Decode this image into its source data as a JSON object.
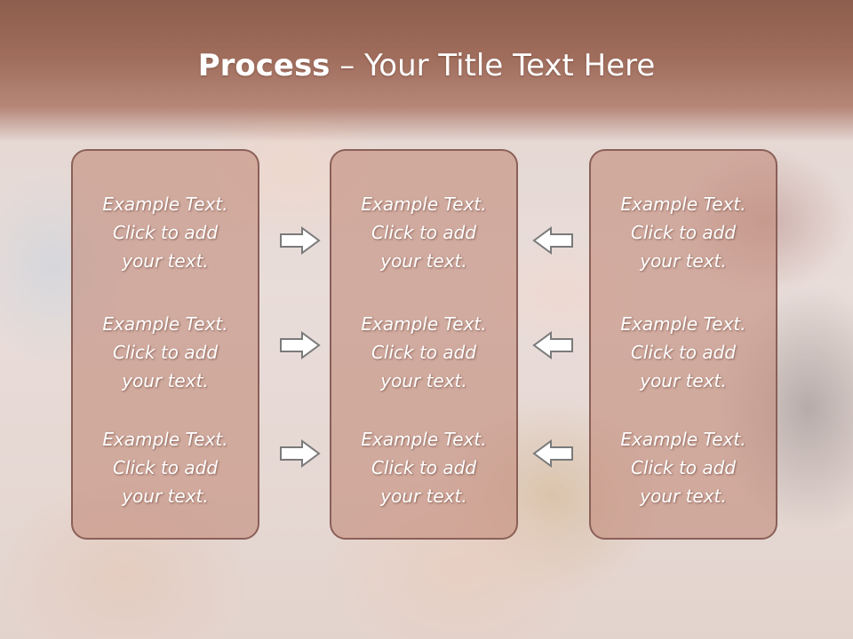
{
  "slide": {
    "title_bold": "Process",
    "title_rest": " – Your Title Text Here"
  },
  "columns": [
    {
      "items": [
        "Example Text.\nClick  to add\nyour text.",
        "Example Text.\nClick  to add\nyour text.",
        "Example Text.\nClick  to add\nyour text."
      ]
    },
    {
      "items": [
        "Example Text.\nClick  to add\nyour text.",
        "Example Text.\nClick  to add\nyour text.",
        "Example Text.\nClick  to add\nyour text."
      ]
    },
    {
      "items": [
        "Example Text.\nClick  to add\nyour text.",
        "Example Text.\nClick  to add\nyour text.",
        "Example Text.\nClick  to add\nyour text."
      ]
    }
  ],
  "arrows": {
    "left_group": "right-arrow-icon",
    "right_group": "left-arrow-icon"
  },
  "colors": {
    "header": "#a06d5c",
    "box_fill": "#c48c7c",
    "box_border": "#8a6058",
    "text": "#ffffff"
  }
}
